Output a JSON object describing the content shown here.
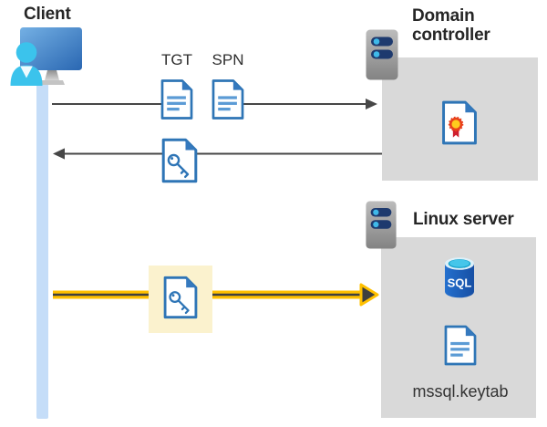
{
  "client": {
    "label": "Client"
  },
  "tickets": {
    "tgt": "TGT",
    "spn": "SPN"
  },
  "domain_controller": {
    "label": "Domain controller"
  },
  "linux_server": {
    "label": "Linux server",
    "sql_badge": "SQL",
    "keytab_file": "mssql.keytab"
  },
  "icons": {
    "client": "user-at-monitor-icon",
    "server": "server-toggles-icon",
    "ticket_document": "document-icon",
    "service_ticket": "key-document-icon",
    "certificate": "certificate-ribbon-document-icon",
    "database": "sql-database-cylinder-icon",
    "keytab": "document-icon"
  },
  "colors": {
    "doc_blue": "#2E75B6",
    "doc_line_blue": "#5B9BD5",
    "panel_gray": "#D9D9D9",
    "arrow_gray": "#474747",
    "arrow_gold": "#FFC000",
    "highlight_cream": "#FBF2CE",
    "lifeline_blue": "#C5DDF8",
    "person_cyan": "#3BC3EC",
    "monitor_blue": "#2A67B2",
    "server_navy": "#1E3A6E",
    "server_dot_cyan": "#3FB9E9",
    "sql_body_blue": "#1E63C8",
    "sql_top_cyan": "#45C6EA",
    "cert_ring_red": "#E8401C",
    "cert_center_yellow": "#FFCC1E",
    "cert_ribbon_red": "#CF1F2E"
  }
}
